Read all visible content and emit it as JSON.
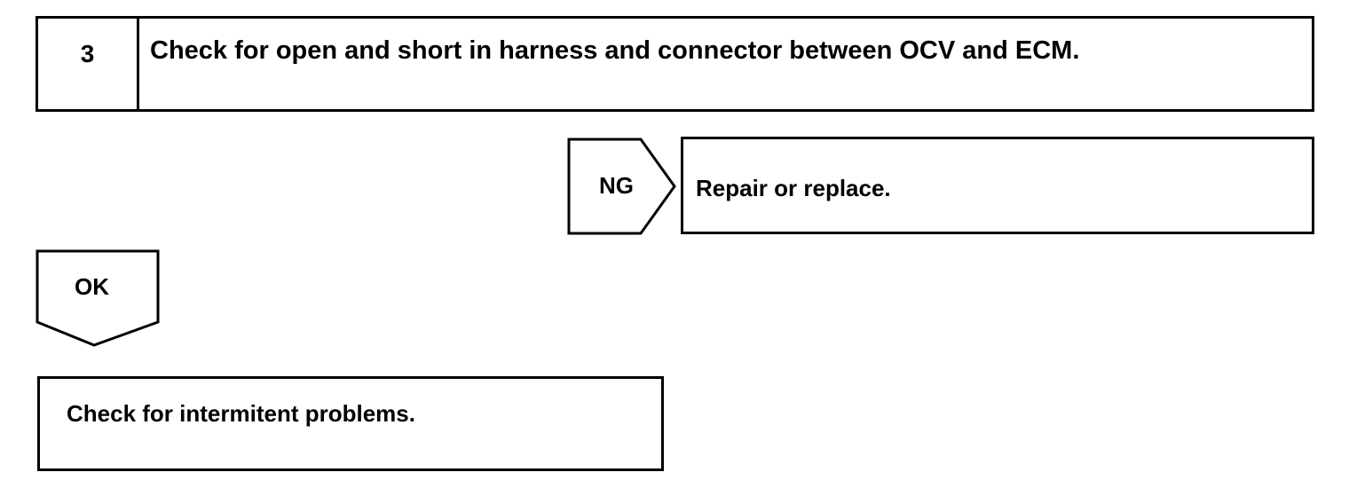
{
  "step": {
    "number": "3",
    "text": "Check for open and short in harness and connector between OCV and ECM."
  },
  "ng_branch": {
    "label": "NG",
    "result": "Repair or replace."
  },
  "ok_branch": {
    "label": "OK"
  },
  "final_step": {
    "text": "Check for intermitent problems."
  }
}
